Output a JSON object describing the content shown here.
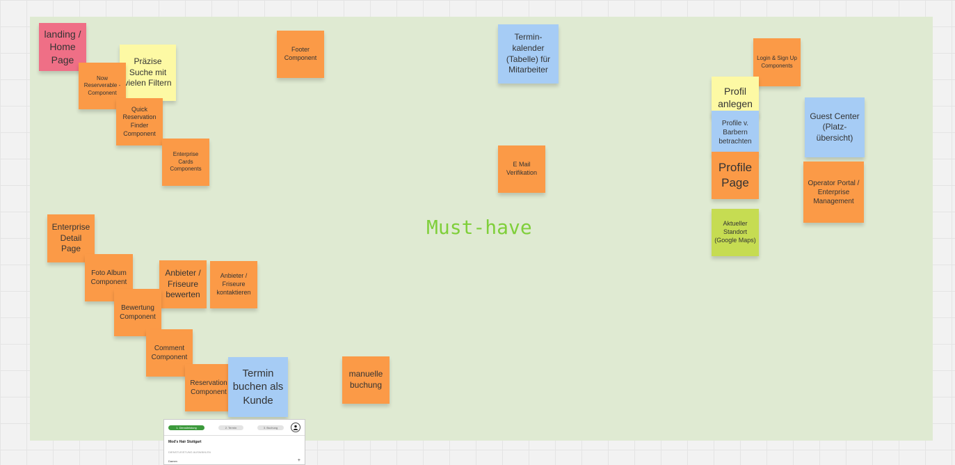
{
  "frame": {
    "title": "Must-have",
    "background": "#dfead2",
    "title_color": "#7fcf3a"
  },
  "colors": {
    "orange": "#fb9a47",
    "yellow": "#fdf9a4",
    "blue": "#a6ccf5",
    "pink": "#ef6f86",
    "lime": "#c6dc52"
  },
  "notes": {
    "landing": "landing / Home Page",
    "praezise": "Präzise Suche mit vielen Filtern",
    "now_reservable": "Now Reserverable - Component",
    "quick_reservation": "Quick Reservation Finder Component",
    "enterprise_cards": "Enterprise Cards Components",
    "footer": "Footer Component",
    "terminkalender": "Termin-kalender (Tabelle) für Mitarbeiter",
    "email": "E Mail Verifikation",
    "login": "Login & Sign Up Components",
    "profil_anlegen": "Profil anlegen",
    "profile_barbern": "Profile v. Barbern betrachten",
    "profile_page": "Profile Page",
    "guest_center": "Guest Center (Platz-übersicht)",
    "operator_portal": "Operator Portal / Enterprise Management",
    "standort": "Aktueller Standort (Google Maps)",
    "enterprise_detail": "Enterprise Detail Page",
    "foto_album": "Foto Album Component",
    "anbieter_bewerten": "Anbieter / Friseure bewerten",
    "anbieter_kontaktieren": "Anbieter / Friseure kontaktieren",
    "bewertung": "Bewertung Component",
    "comment": "Comment Component",
    "reservation": "Reservation Component",
    "termin_buchen": "Termin buchen als Kunde",
    "manuelle": "manuelle buchung"
  },
  "mockup": {
    "steps": [
      "1. Dienstleistung",
      "2. Termin",
      "3. Buchung"
    ],
    "avatar_icon": "user-icon",
    "shop_name": "Mod's Hair Stuttgart",
    "subtitle": "DIENSTLEISTUNG AUSWÄHLEN",
    "row_label": "Damen",
    "row_action": "+"
  }
}
